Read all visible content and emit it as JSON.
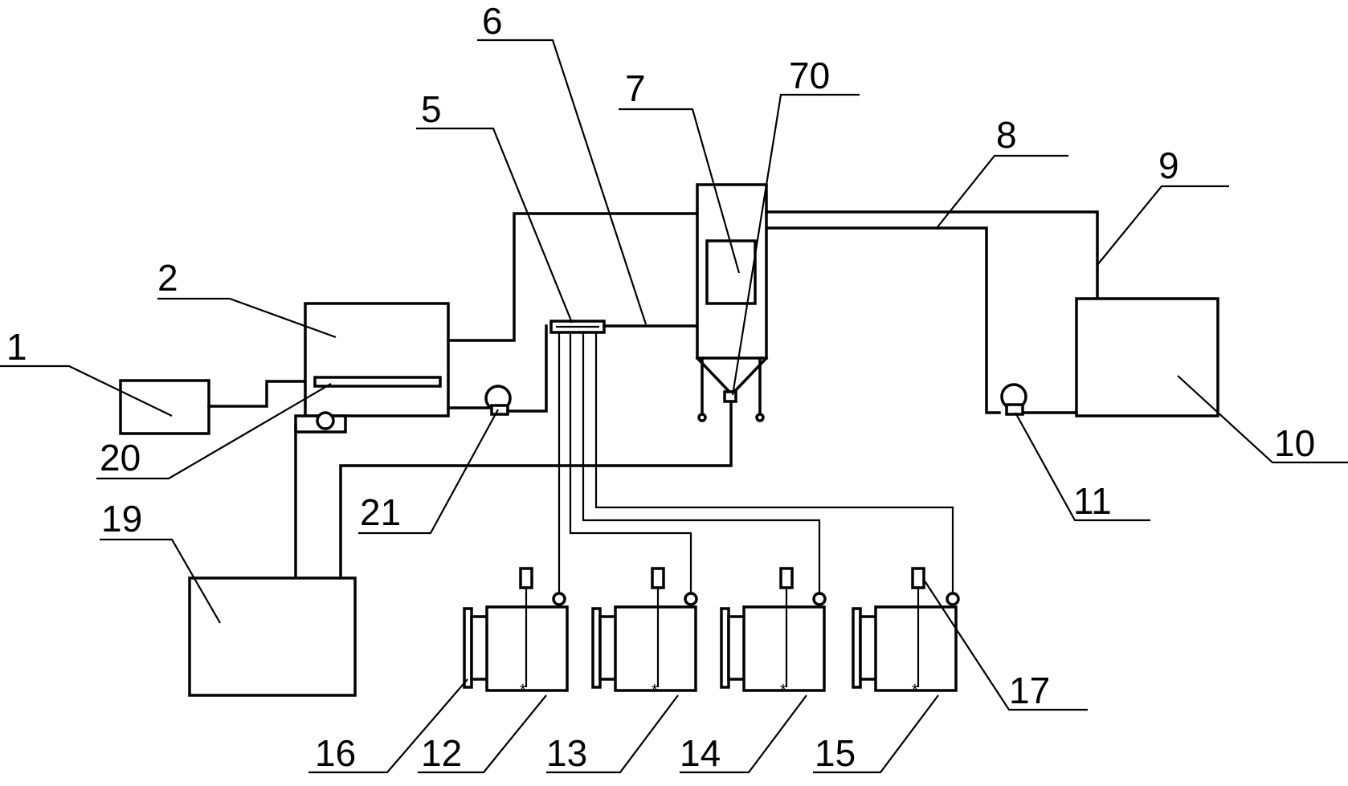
{
  "labels": {
    "l1": "1",
    "l2": "2",
    "l5": "5",
    "l6": "6",
    "l7": "7",
    "l70": "70",
    "l8": "8",
    "l9": "9",
    "l10": "10",
    "l11": "11",
    "l12": "12",
    "l13": "13",
    "l14": "14",
    "l15": "15",
    "l16": "16",
    "l17": "17",
    "l19": "19",
    "l20": "20",
    "l21": "21"
  }
}
